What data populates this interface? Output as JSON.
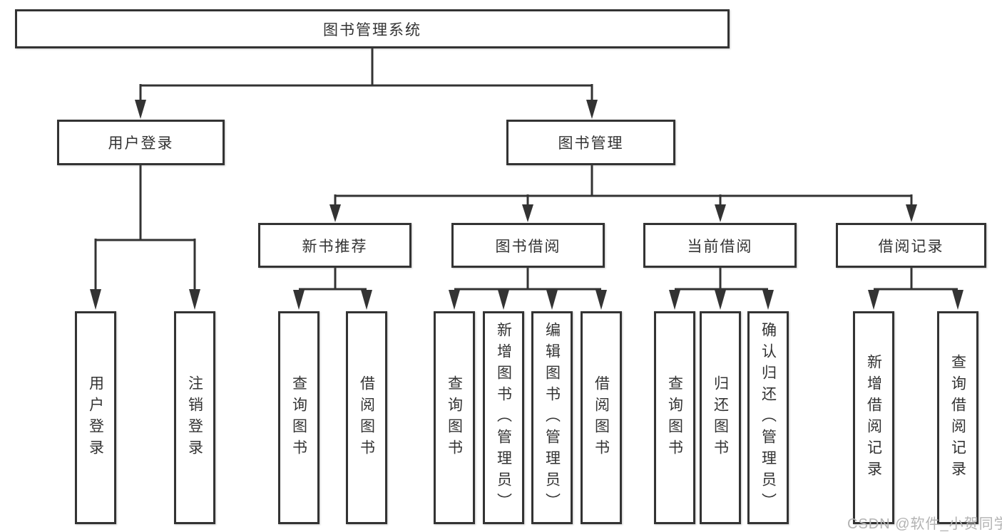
{
  "diagram": {
    "root": {
      "label": "图书管理系统"
    },
    "level2": {
      "user_login": {
        "label": "用户登录",
        "children": {
          "login": "用户登录",
          "logout": "注销登录"
        }
      },
      "book_mgmt": {
        "label": "图书管理"
      }
    },
    "level3": {
      "new_book": {
        "label": "新书推荐",
        "children": {
          "query": "查询图书",
          "borrow": "借阅图书"
        }
      },
      "book_borrow": {
        "label": "图书借阅",
        "children": {
          "query": "查询图书",
          "add": "新增图书（管理员）",
          "edit": "编辑图书（管理员）",
          "borrow": "借阅图书"
        }
      },
      "current_borrow": {
        "label": "当前借阅",
        "children": {
          "query": "查询图书",
          "return": "归还图书",
          "confirm": "确认归还（管理员）"
        }
      },
      "borrow_record": {
        "label": "借阅记录",
        "children": {
          "add": "新增借阅记录",
          "query": "查询借阅记录"
        }
      }
    }
  },
  "watermark": "CSDN @软件_小贺同学",
  "colors": {
    "line": "#333333",
    "text": "#333333",
    "watermark": "#b3b3b3",
    "background": "#ffffff"
  }
}
